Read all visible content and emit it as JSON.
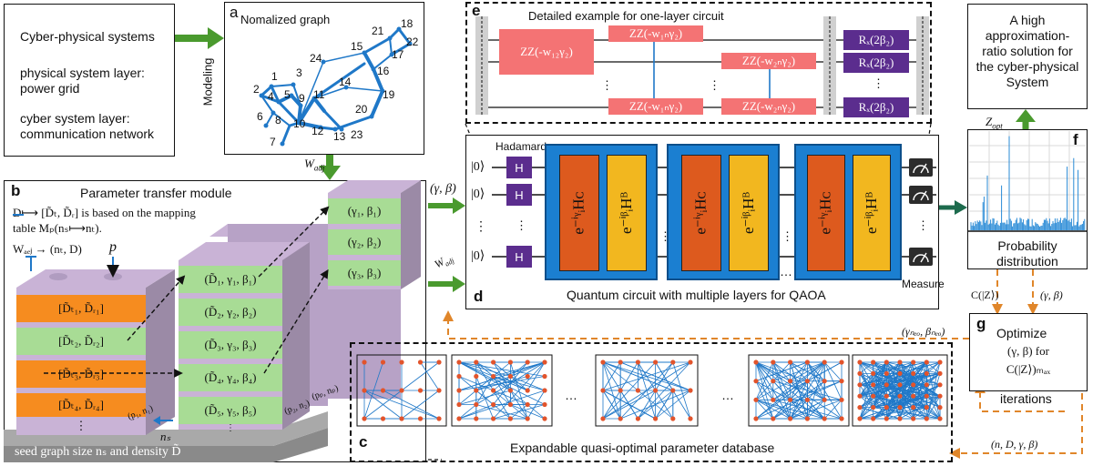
{
  "cps": {
    "title": "Cyber-physical systems",
    "physical": [
      "physical system layer:",
      "power grid"
    ],
    "cyber": [
      "cyber system layer:",
      "communication network"
    ]
  },
  "modeling": "Modeling",
  "graph_a": {
    "letter": "a",
    "title": "Nomalized graph",
    "nodes": [
      "1",
      "2",
      "3",
      "4",
      "5",
      "6",
      "7",
      "8",
      "9",
      "10",
      "11",
      "12",
      "13",
      "14",
      "15",
      "16",
      "17",
      "18",
      "19",
      "20",
      "21",
      "22",
      "23",
      "24"
    ]
  },
  "w_adj": "W",
  "w_adj_sub": "adj",
  "panel_e": {
    "letter": "e",
    "title": "Detailed example for one-layer circuit",
    "zz_gates": [
      "ZZ(-w₁₂γ₂)",
      "ZZ(-w₁ₙγ₂)",
      "ZZ(-w₁ₙγ₂)",
      "ZZ(-w₂ₙγ₂)",
      "ZZ(-w₂ₙγ₂)"
    ],
    "rx": "Rₓ(2β₂)"
  },
  "result_box": {
    "lines": [
      "A high",
      "approximation-",
      "ratio solution for",
      "the cyber-physical",
      "System"
    ]
  },
  "z_opt": "Z",
  "z_opt_sub": "opt",
  "panel_f": {
    "letter": "f",
    "caption": [
      "Probability",
      "distribution"
    ]
  },
  "panel_d": {
    "letter": "d",
    "hadamard": "Hadamard",
    "h": "H",
    "ket": "|0⟩",
    "cost_gate": "e⁻ⁱᵞᵢHᴄ",
    "mixer_gate": "e⁻ⁱᵝᵢHᴮ",
    "caption": "Quantum circuit with multiple layers for QAOA",
    "measure": "Measure",
    "ellipsis": "…"
  },
  "panel_b": {
    "letter": "b",
    "title": "Parameter transfer module",
    "rule1": "D⟼ [D̃ₜ, D̃ᵣ] is based on the mapping",
    "rule2": "table Mₚ(nₛ⟼nₜ).",
    "wadj_map": "Wₐₑⱼ → (nₜ, D)",
    "p": "p",
    "base": "seed graph size nₛ and density D̃",
    "ns": "nₛ",
    "left_stack": [
      "[D̃ₜ₁, D̃ᵣ₁]",
      "[D̃ₜ₂, D̃ᵣ₂]",
      "[D̃ₜ₃, D̃ᵣ₃]",
      "[D̃ₜ₄, D̃ᵣ₄]",
      "⋮"
    ],
    "mid_stack": [
      "(D̃₁, γ₁, β₁)",
      "(D̃₂, γ₂, β₂)",
      "(D̃₃, γ₃, β₃)",
      "(D̃₄, γ₄, β₄)",
      "(D̃₅, γ₅, β₅)",
      "⋮"
    ],
    "right_stack": [
      "(γ₁, β₁)",
      "(γ₂, β₂)",
      "(γ₃, β₃)"
    ],
    "side_p1": "(p₁, n₁)",
    "side_p2": "(p₂, n₂)",
    "side_pp": "(pₚ, nₚ)"
  },
  "gamma_beta": "(γ, β)",
  "panel_g": {
    "letter": "g",
    "lines": [
      "Optimize",
      "(γ, β) for",
      "C(|Z⟩)ₘₐₓ"
    ],
    "iterations": "iterations",
    "cz": "C(|Z⟩)",
    "gb": "(γ, β)"
  },
  "gamma_beta_new": "(γₙₑₒ, βₙₑₒ)",
  "panel_c": {
    "letter": "c",
    "caption": "Expandable quasi-optimal parameter database",
    "ellipsis": "…"
  },
  "feedback": "(n, D, γ, β)",
  "colors": {
    "green_arrow": "#4a9a2e",
    "orange_dash": "#e0862a",
    "graph_blue": "#1f78c8",
    "node_orange": "#e2542c",
    "orange_layer": "#f68c1f",
    "green_layer": "#a8dc95",
    "purple_layer": "#c9b3d6",
    "gate_red": "#f47374",
    "gate_purple": "#5b2d8e",
    "cost_orange": "#dd5a1e",
    "mixer_yellow": "#f2b71f"
  }
}
